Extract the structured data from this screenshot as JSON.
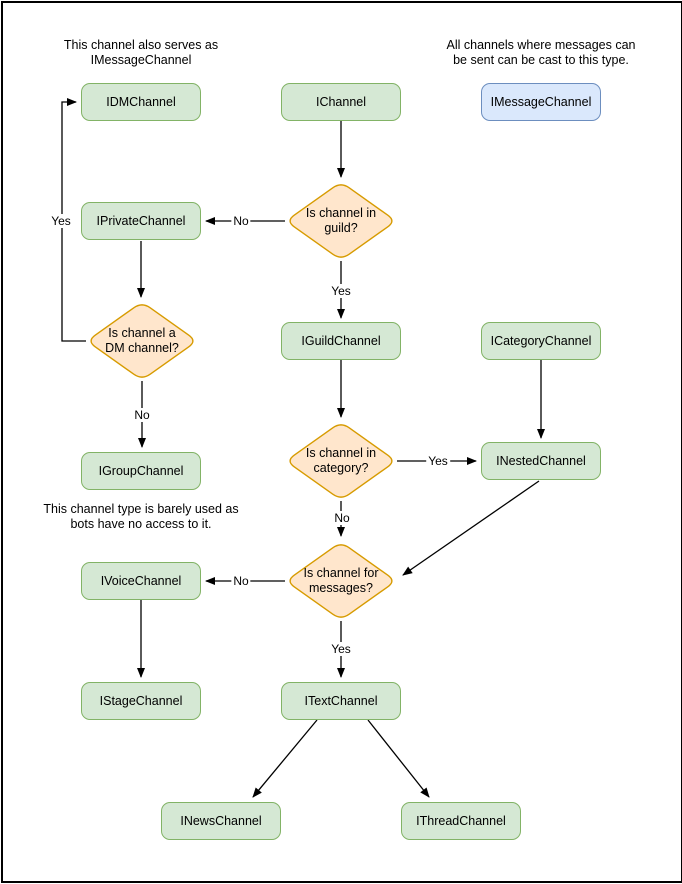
{
  "diagram": {
    "notes": {
      "dm_note": "This channel also serves as\nIMessageChannel",
      "message_note": "All channels where messages can\nbe sent can be cast to this type.",
      "group_note": "This channel type is barely used as\nbots have no access to it."
    },
    "nodes": {
      "idm": {
        "label": "IDMChannel"
      },
      "ichannel": {
        "label": "IChannel"
      },
      "imessage": {
        "label": "IMessageChannel"
      },
      "iprivate": {
        "label": "IPrivateChannel"
      },
      "iguild": {
        "label": "IGuildChannel"
      },
      "icategory": {
        "label": "ICategoryChannel"
      },
      "igroup": {
        "label": "IGroupChannel"
      },
      "inested": {
        "label": "INestedChannel"
      },
      "ivoice": {
        "label": "IVoiceChannel"
      },
      "istage": {
        "label": "IStageChannel"
      },
      "itext": {
        "label": "ITextChannel"
      },
      "inews": {
        "label": "INewsChannel"
      },
      "ithread": {
        "label": "IThreadChannel"
      }
    },
    "decisions": {
      "in_guild": {
        "label": "Is channel in\nguild?"
      },
      "is_dm": {
        "label": "Is channel a\nDM channel?"
      },
      "in_category": {
        "label": "Is channel in\ncategory?"
      },
      "for_messages": {
        "label": "Is channel for\nmessages?"
      }
    },
    "edges": [
      {
        "from": "IChannel",
        "to": "Is channel in guild?",
        "label": ""
      },
      {
        "from": "Is channel in guild?",
        "to": "IPrivateChannel",
        "label": "No"
      },
      {
        "from": "Is channel in guild?",
        "to": "IGuildChannel",
        "label": "Yes"
      },
      {
        "from": "IPrivateChannel",
        "to": "Is channel a DM channel?",
        "label": ""
      },
      {
        "from": "Is channel a DM channel?",
        "to": "IDMChannel",
        "label": "Yes"
      },
      {
        "from": "Is channel a DM channel?",
        "to": "IGroupChannel",
        "label": "No"
      },
      {
        "from": "IGuildChannel",
        "to": "Is channel in category?",
        "label": ""
      },
      {
        "from": "Is channel in category?",
        "to": "INestedChannel",
        "label": "Yes"
      },
      {
        "from": "ICategoryChannel",
        "to": "INestedChannel",
        "label": ""
      },
      {
        "from": "Is channel in category?",
        "to": "Is channel for messages?",
        "label": "No"
      },
      {
        "from": "INestedChannel",
        "to": "Is channel for messages?",
        "label": ""
      },
      {
        "from": "Is channel for messages?",
        "to": "IVoiceChannel",
        "label": "No"
      },
      {
        "from": "Is channel for messages?",
        "to": "ITextChannel",
        "label": "Yes"
      },
      {
        "from": "IVoiceChannel",
        "to": "IStageChannel",
        "label": ""
      },
      {
        "from": "ITextChannel",
        "to": "INewsChannel",
        "label": ""
      },
      {
        "from": "ITextChannel",
        "to": "IThreadChannel",
        "label": ""
      }
    ],
    "colors": {
      "node_fill": "#d5e8d4",
      "node_stroke": "#82b366",
      "decision_fill": "#ffe6cc",
      "decision_stroke": "#d79b00",
      "message_fill": "#dae8fc",
      "message_stroke": "#6c8ebf",
      "edge": "#000000",
      "text": "#000000"
    }
  }
}
